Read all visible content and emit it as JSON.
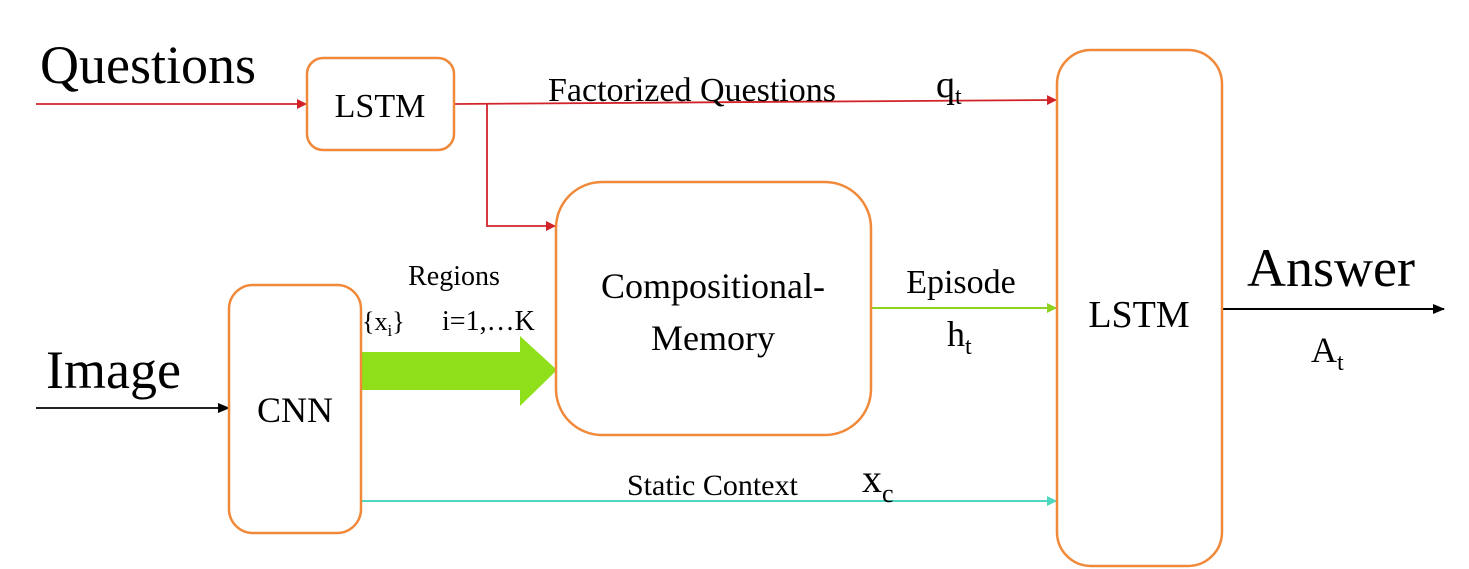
{
  "colors": {
    "box_border": "#f0893a",
    "question_line": "#d2232a",
    "episode_line": "#8fd11f",
    "region_arrow": "#8fe01a",
    "context_line": "#4fd6c0",
    "plain_line": "#000000"
  },
  "inputs": {
    "questions": "Questions",
    "image": "Image"
  },
  "nodes": {
    "lstm_question": "LSTM",
    "cnn": "CNN",
    "memory_line1": "Compositional-",
    "memory_line2": "Memory",
    "lstm_answer": "LSTM"
  },
  "edges": {
    "factorized_label": "Factorized Questions",
    "factorized_symbol": "q",
    "factorized_sub": "t",
    "regions_label": "Regions",
    "regions_set_open": "{x",
    "regions_set_sub": "i",
    "regions_set_close": "}",
    "regions_range": "i=1,…K",
    "episode_label": "Episode",
    "episode_symbol": "h",
    "episode_sub": "t",
    "context_label": "Static Context",
    "context_symbol": "x",
    "context_sub": "c"
  },
  "output": {
    "answer_label": "Answer",
    "answer_symbol": "A",
    "answer_sub": "t"
  }
}
